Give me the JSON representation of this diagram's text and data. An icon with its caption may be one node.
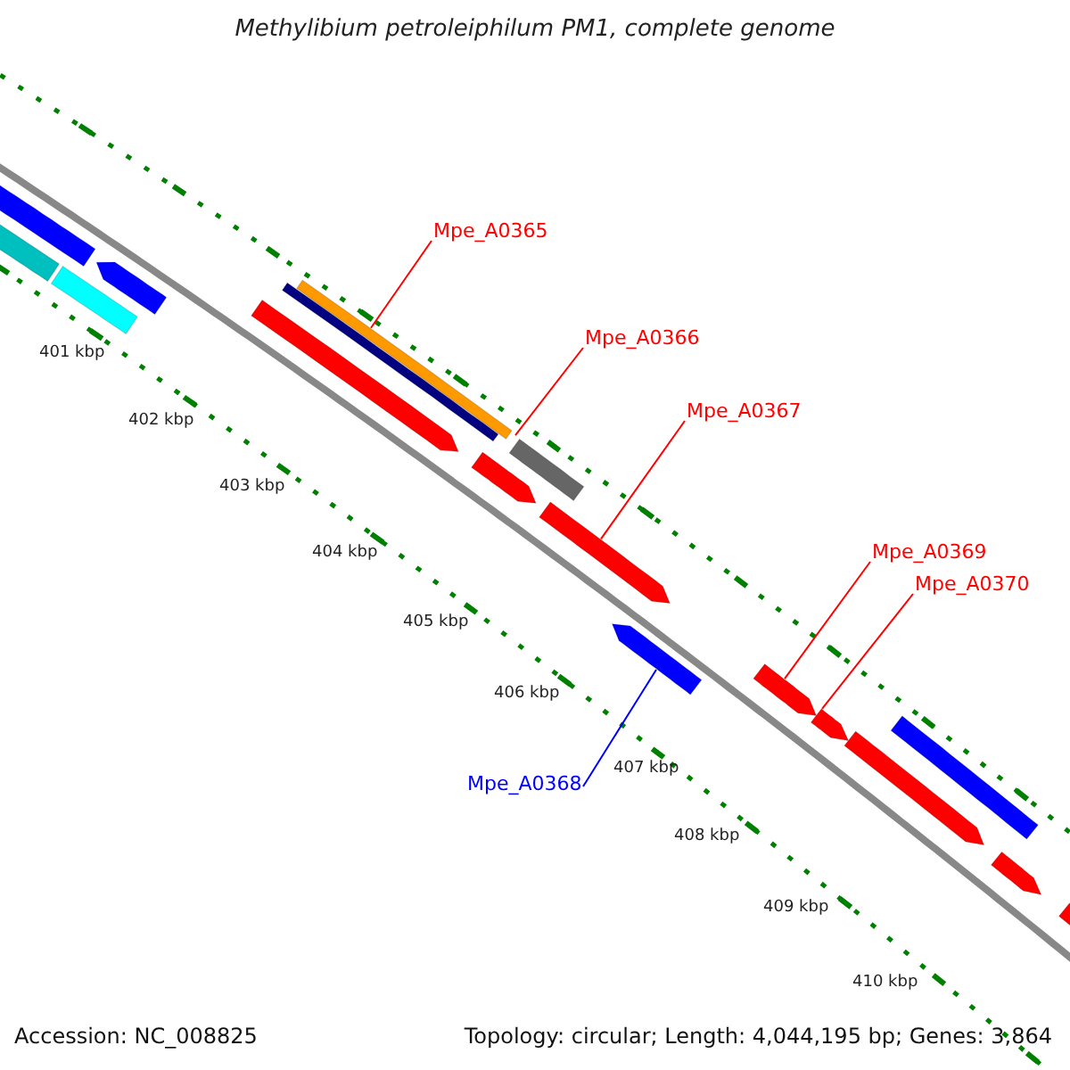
{
  "diagram": {
    "title": "Methylibium petroleiphilum PM1, complete genome",
    "nodes": [
      {
        "text": [
          "Mpe_A0365"
        ]
      },
      {
        "text": [],
        "shape": "bar"
      },
      {
        "text": [
          "Mpe_A0366"
        ]
      },
      {
        "text": [],
        "shape": "bar"
      },
      {
        "text": [
          "Mpe_A0367"
        ]
      },
      {
        "text": [],
        "shape": "arrow"
      },
      {
        "text": [
          "Mpe_A0368"
        ]
      },
      {
        "text": [],
        "shape": "arrow"
      },
      {
        "text": [
          "Mpe_A0369"
        ]
      },
      {
        "text": [],
        "shape": "arrow"
      },
      {
        "text": [
          "Mpe_A0370"
        ]
      },
      {
        "text": [],
        "shape": "arrow"
      },
      {
        "text": [],
        "shape": "bar"
      },
      {
        "text": [],
        "shape": "arrow"
      },
      {
        "text": [],
        "shape": "bar"
      },
      {
        "text": [],
        "shape": "bar"
      },
      {
        "text": [],
        "shape": "arrow"
      },
      {
        "text": [],
        "shape": "bar"
      },
      {
        "text": [],
        "shape": "arrow"
      },
      {
        "text": [],
        "shape": "arrow"
      },
      {
        "text": [],
        "shape": "bar"
      },
      {
        "text": [],
        "shape": "arrow"
      },
      {
        "text": [],
        "shape": "arrow"
      }
    ],
    "edges": [
      {
        "from": 0,
        "to": 1,
        "arrow": "none"
      },
      {
        "from": 2,
        "to": 3,
        "arrow": "none"
      },
      {
        "from": 4,
        "to": 5,
        "arrow": "none"
      },
      {
        "from": 6,
        "to": 7,
        "arrow": "none",
        "color": "#0000ff"
      },
      {
        "from": 8,
        "to": 9,
        "arrow": "none"
      },
      {
        "from": 10,
        "to": 11,
        "arrow": "none"
      }
    ],
    "labels": [
      "401 kbp",
      "402 kbp",
      "403 kbp",
      "404 kbp",
      "405 kbp",
      "406 kbp",
      "407 kbp",
      "408 kbp",
      "409 kbp",
      "410 kbp",
      "Accession: NC_008825",
      "Topology: circular; Length: 4,044,195 bp; Genes: 3,864"
    ]
  }
}
